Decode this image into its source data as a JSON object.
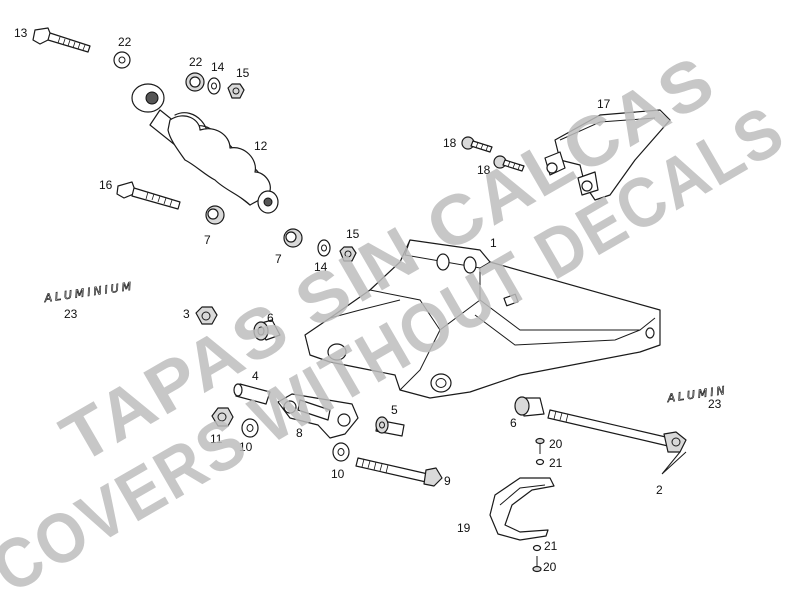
{
  "watermark": {
    "line1": "TAPAS SIN CALCAS",
    "line2": "COVERS WITHOUT DECALS",
    "color": "#bdbdbd"
  },
  "decals": {
    "left": "ALUMINIUM",
    "right": "ALUMIN"
  },
  "callouts": {
    "c1": "1",
    "c2": "2",
    "c3": "3",
    "c4": "4",
    "c5": "5",
    "c6a": "6",
    "c6b": "6",
    "c7a": "7",
    "c7b": "7",
    "c8": "8",
    "c9": "9",
    "c10a": "10",
    "c10b": "10",
    "c11": "11",
    "c12": "12",
    "c13": "13",
    "c14a": "14",
    "c14b": "14",
    "c15a": "15",
    "c15b": "15",
    "c16": "16",
    "c17": "17",
    "c18a": "18",
    "c18b": "18",
    "c19": "19",
    "c20a": "20",
    "c20b": "20",
    "c21a": "21",
    "c21b": "21",
    "c22a": "22",
    "c22b": "22",
    "c23a": "23",
    "c23b": "23"
  }
}
